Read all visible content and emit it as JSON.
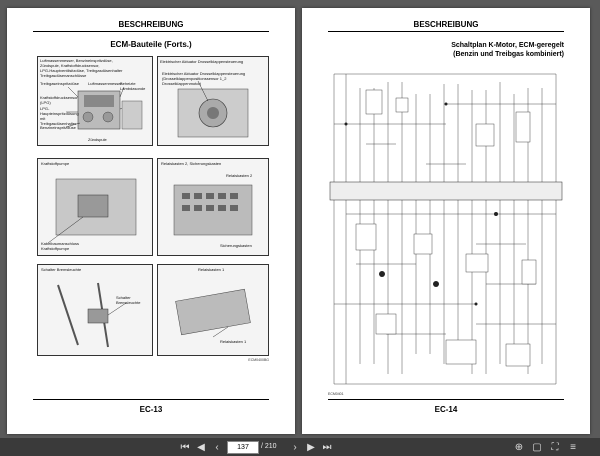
{
  "left_page": {
    "header": "BESCHREIBUNG",
    "title": "ECM-Bauteile (Forts.)",
    "footer": "EC-13",
    "ref": "ECM0400BG",
    "panels": {
      "engine": [
        "Luftmassenmesser, Benzineinspritzdüse,",
        "Zündspule, Kraftstoffdrucksensor,",
        "LPG-Hauptventilsitzdüse, Treibgasdüsenhalter",
        "Treibgasdüsenanschlüsse"
      ],
      "engine_labels": [
        "Treibgaseinspritzdüse",
        "Luftmassenmesser",
        "Beheizte Lambdasonde",
        "Kraftstoffdrucksensor (LPG)",
        "LPG-Haupteinspritzdüsung mit Treibgasdüsenhalter",
        "Benzineinspritzdüse",
        "Zündspule"
      ],
      "throttle": [
        "Elektrischer Aktuator Drosselklappensteuerung"
      ],
      "throttle_labels": [
        "Elektrischer Aktuator Drosselklappensteuerung",
        "(Drosselklappenpositionssensor 1_2",
        "Drosselklappenmotor)"
      ],
      "fuel_pump": "Kraftstoffpumpe",
      "fuel_pump_label": "Kabelbaumanschluss Kraftstoffpumpe",
      "relay2": "Relaiskasten 2, Sicherungskasten",
      "relay2_labels": [
        "Relaiskasten 2",
        "Sicherungskasten"
      ],
      "brake": "Schalter Bremsleuchte",
      "brake_label": "Schalter Bremsleuchte",
      "relay1": "Relaiskasten 1",
      "relay1_label": "Relaiskasten 1"
    }
  },
  "right_page": {
    "header": "BESCHREIBUNG",
    "title_line1": "Schaltplan K-Motor, ECM-geregelt",
    "title_line2": "(Benzin und Treibgas kombiniert)",
    "footer": "EC-14",
    "ref": "ECM0401"
  },
  "toolbar": {
    "current_page": "137",
    "total_pages": "/ 210"
  }
}
